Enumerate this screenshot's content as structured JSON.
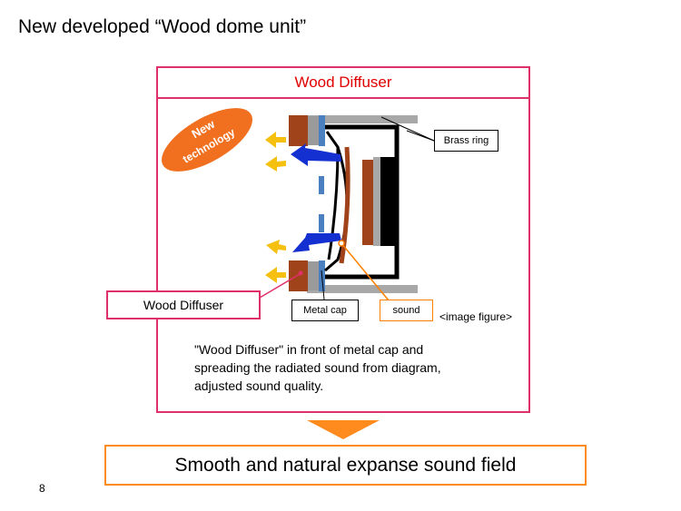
{
  "title": "New developed “Wood dome unit”",
  "frame_title": "Wood Diffuser",
  "badge": {
    "line1": "New",
    "line2": "technology"
  },
  "callouts": {
    "brass_ring": "Brass ring",
    "wood_diffuser": "Wood Diffuser",
    "metal_cap": "Metal cap",
    "sound": "sound"
  },
  "image_figure": "<image figure>",
  "description": [
    "\"Wood Diffuser\" in front of metal cap and",
    "spreading the radiated sound from diagram,",
    "adjusted sound quality."
  ],
  "result": "Smooth and natural expanse sound field",
  "page_number": "8",
  "colors": {
    "frame": "#e0306a",
    "frame_title": "#e00000",
    "wood": "#a0421a",
    "metal": "#4a7fc0",
    "arrow_blue": "#1530d0",
    "arrow_yellow": "#f5c010",
    "badge": "#f07020",
    "accent_orange": "#ff8a1e"
  }
}
